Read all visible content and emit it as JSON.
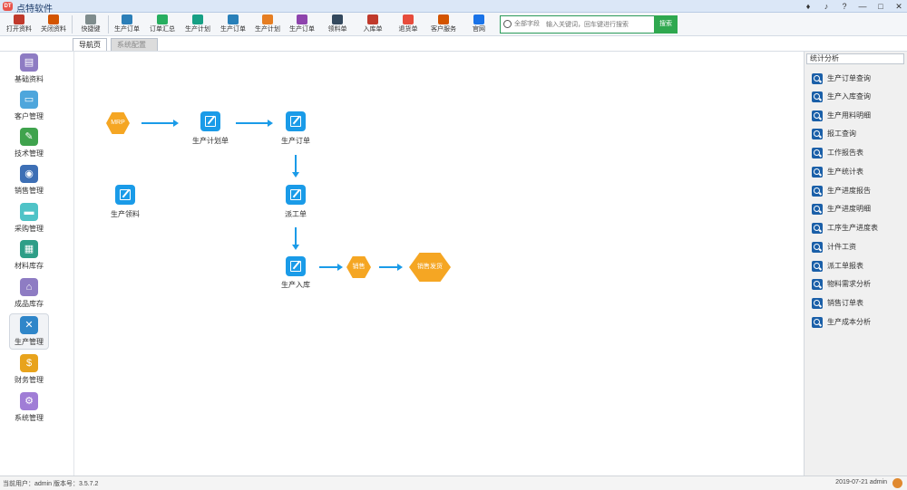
{
  "window": {
    "logo_text": "DT",
    "title": "点特软件",
    "controls": [
      "♦",
      "♪",
      "?",
      "—",
      "□",
      "✕"
    ]
  },
  "toolbar": {
    "buttons": [
      {
        "label": "打开资料",
        "color": "#c0392b"
      },
      {
        "label": "关闭资料",
        "color": "#d35400"
      },
      {
        "label": "快捷键",
        "color": "#7f8c8d"
      },
      {
        "label": "生产订单",
        "color": "#2c7fb8"
      },
      {
        "label": "订单汇总",
        "color": "#27ae60"
      },
      {
        "label": "生产计划",
        "color": "#16a085"
      },
      {
        "label": "生产订单",
        "color": "#2980b9"
      },
      {
        "label": "生产计划",
        "color": "#e67e22"
      },
      {
        "label": "生产订单",
        "color": "#8e44ad"
      },
      {
        "label": "领料单",
        "color": "#34495e"
      },
      {
        "label": "入库单",
        "color": "#c0392b"
      },
      {
        "label": "退货单",
        "color": "#e74c3c"
      },
      {
        "label": "客户服务",
        "color": "#d35400"
      },
      {
        "label": "官网",
        "color": "#1a73e8"
      }
    ]
  },
  "search": {
    "scope": "全部字段",
    "placeholder": "输入关键词，回车键进行搜索",
    "button": "搜索"
  },
  "tabs": [
    {
      "label": "导航页"
    },
    {
      "label": "系统配置"
    }
  ],
  "sidebar": {
    "items": [
      {
        "label": "基础资料",
        "color": "#8e7cc3",
        "glyph": "▤"
      },
      {
        "label": "客户管理",
        "color": "#4ea6dc",
        "glyph": "▭"
      },
      {
        "label": "技术管理",
        "color": "#3fa34d",
        "glyph": "✎"
      },
      {
        "label": "销售管理",
        "color": "#3d6fb5",
        "glyph": "◉"
      },
      {
        "label": "采购管理",
        "color": "#4fc3c7",
        "glyph": "▬"
      },
      {
        "label": "材料库存",
        "color": "#2e9e87",
        "glyph": "▦"
      },
      {
        "label": "成品库存",
        "color": "#8e7cc3",
        "glyph": "⌂"
      },
      {
        "label": "生产管理",
        "color": "#2f86c9",
        "glyph": "✕"
      },
      {
        "label": "财务管理",
        "color": "#e8a31c",
        "glyph": "$"
      },
      {
        "label": "系统管理",
        "color": "#a07dd6",
        "glyph": "⚙"
      }
    ]
  },
  "flow": {
    "mrp": "MRP",
    "nodes": [
      {
        "label": "生产计划单"
      },
      {
        "label": "生产订单"
      },
      {
        "label": "生产领料"
      },
      {
        "label": "派工单"
      },
      {
        "label": "生产入库"
      }
    ],
    "sales": "销售",
    "sales_order": "销售发货"
  },
  "right_panel": {
    "title": "统计分析",
    "items": [
      "生产订单查询",
      "生产入库查询",
      "生产用料明细",
      "报工查询",
      "工作报告表",
      "生产统计表",
      "生产进度报告",
      "生产进度明细",
      "工序生产进度表",
      "计件工资",
      "派工单报表",
      "物料需求分析",
      "销售订单表",
      "生产成本分析"
    ]
  },
  "statusbar": {
    "left": "当前用户：admin  版本号：3.5.7.2",
    "right": "2019-07-21 admin"
  }
}
